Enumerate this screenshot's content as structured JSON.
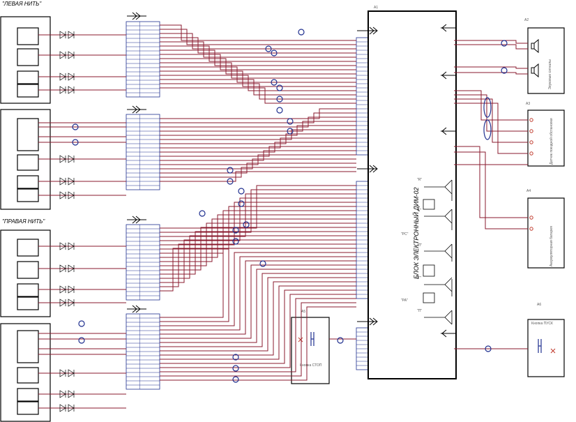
{
  "groups": {
    "left_thread": "\"ЛЕВАЯ НИТЬ\"",
    "right_thread": "\"ПРАВАЯ НИТЬ\""
  },
  "blocks": {
    "main": {
      "ref": "A1",
      "title": "БЛОК ЭЛЕКТРОННЫЙ ДИМ-02"
    },
    "speakers": {
      "ref": "A2",
      "title": "Звуковые сигналы"
    },
    "train_sensor": {
      "ref": "A3",
      "title": "Датчик поездной обстановки"
    },
    "battery": {
      "ref": "A4",
      "title": "Аккумуляторная батарея"
    },
    "button_stop": {
      "ref": "A5",
      "title": "Кнопка СТОП"
    },
    "button_start": {
      "ref": "A6",
      "title": "Кнопка ПУСК"
    }
  },
  "status_labels": [
    "\"R\"",
    "\"Г\"",
    "\"РС\"",
    "\"П\"",
    "\"Г\"",
    "\"РА\"",
    "\"П\""
  ]
}
